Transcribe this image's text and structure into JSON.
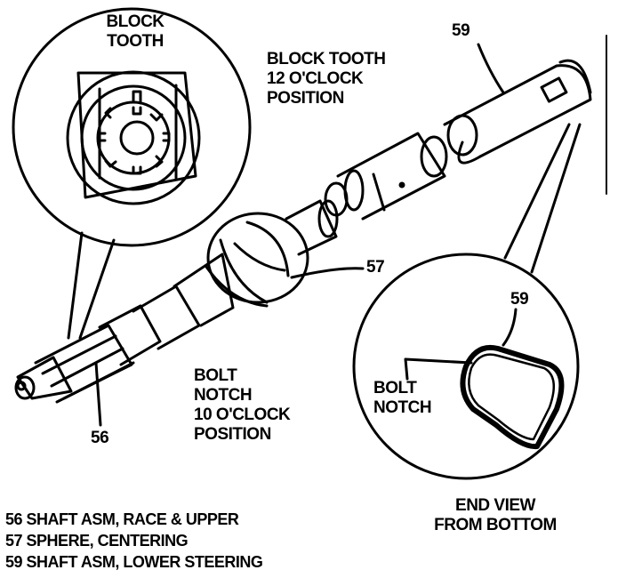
{
  "callouts": {
    "block_tooth_inset": [
      "BLOCK",
      "TOOTH"
    ],
    "block_tooth_position": [
      "BLOCK TOOTH",
      "12 O'CLOCK",
      "POSITION"
    ],
    "bolt_notch_position": [
      "BOLT",
      "NOTCH",
      "10 O'CLOCK",
      "POSITION"
    ],
    "bolt_notch_end_view": [
      "BOLT",
      "NOTCH"
    ],
    "end_view_title": [
      "END VIEW",
      "FROM BOTTOM"
    ]
  },
  "part_numbers": {
    "shaft_lower": "59",
    "sphere": "57",
    "shaft_upper": "56",
    "end_view_part": "59"
  },
  "legend": [
    {
      "number": "56",
      "text": "SHAFT ASM, RACE & UPPER"
    },
    {
      "number": "57",
      "text": "SPHERE, CENTERING"
    },
    {
      "number": "59",
      "text": "SHAFT ASM, LOWER STEERING"
    }
  ]
}
